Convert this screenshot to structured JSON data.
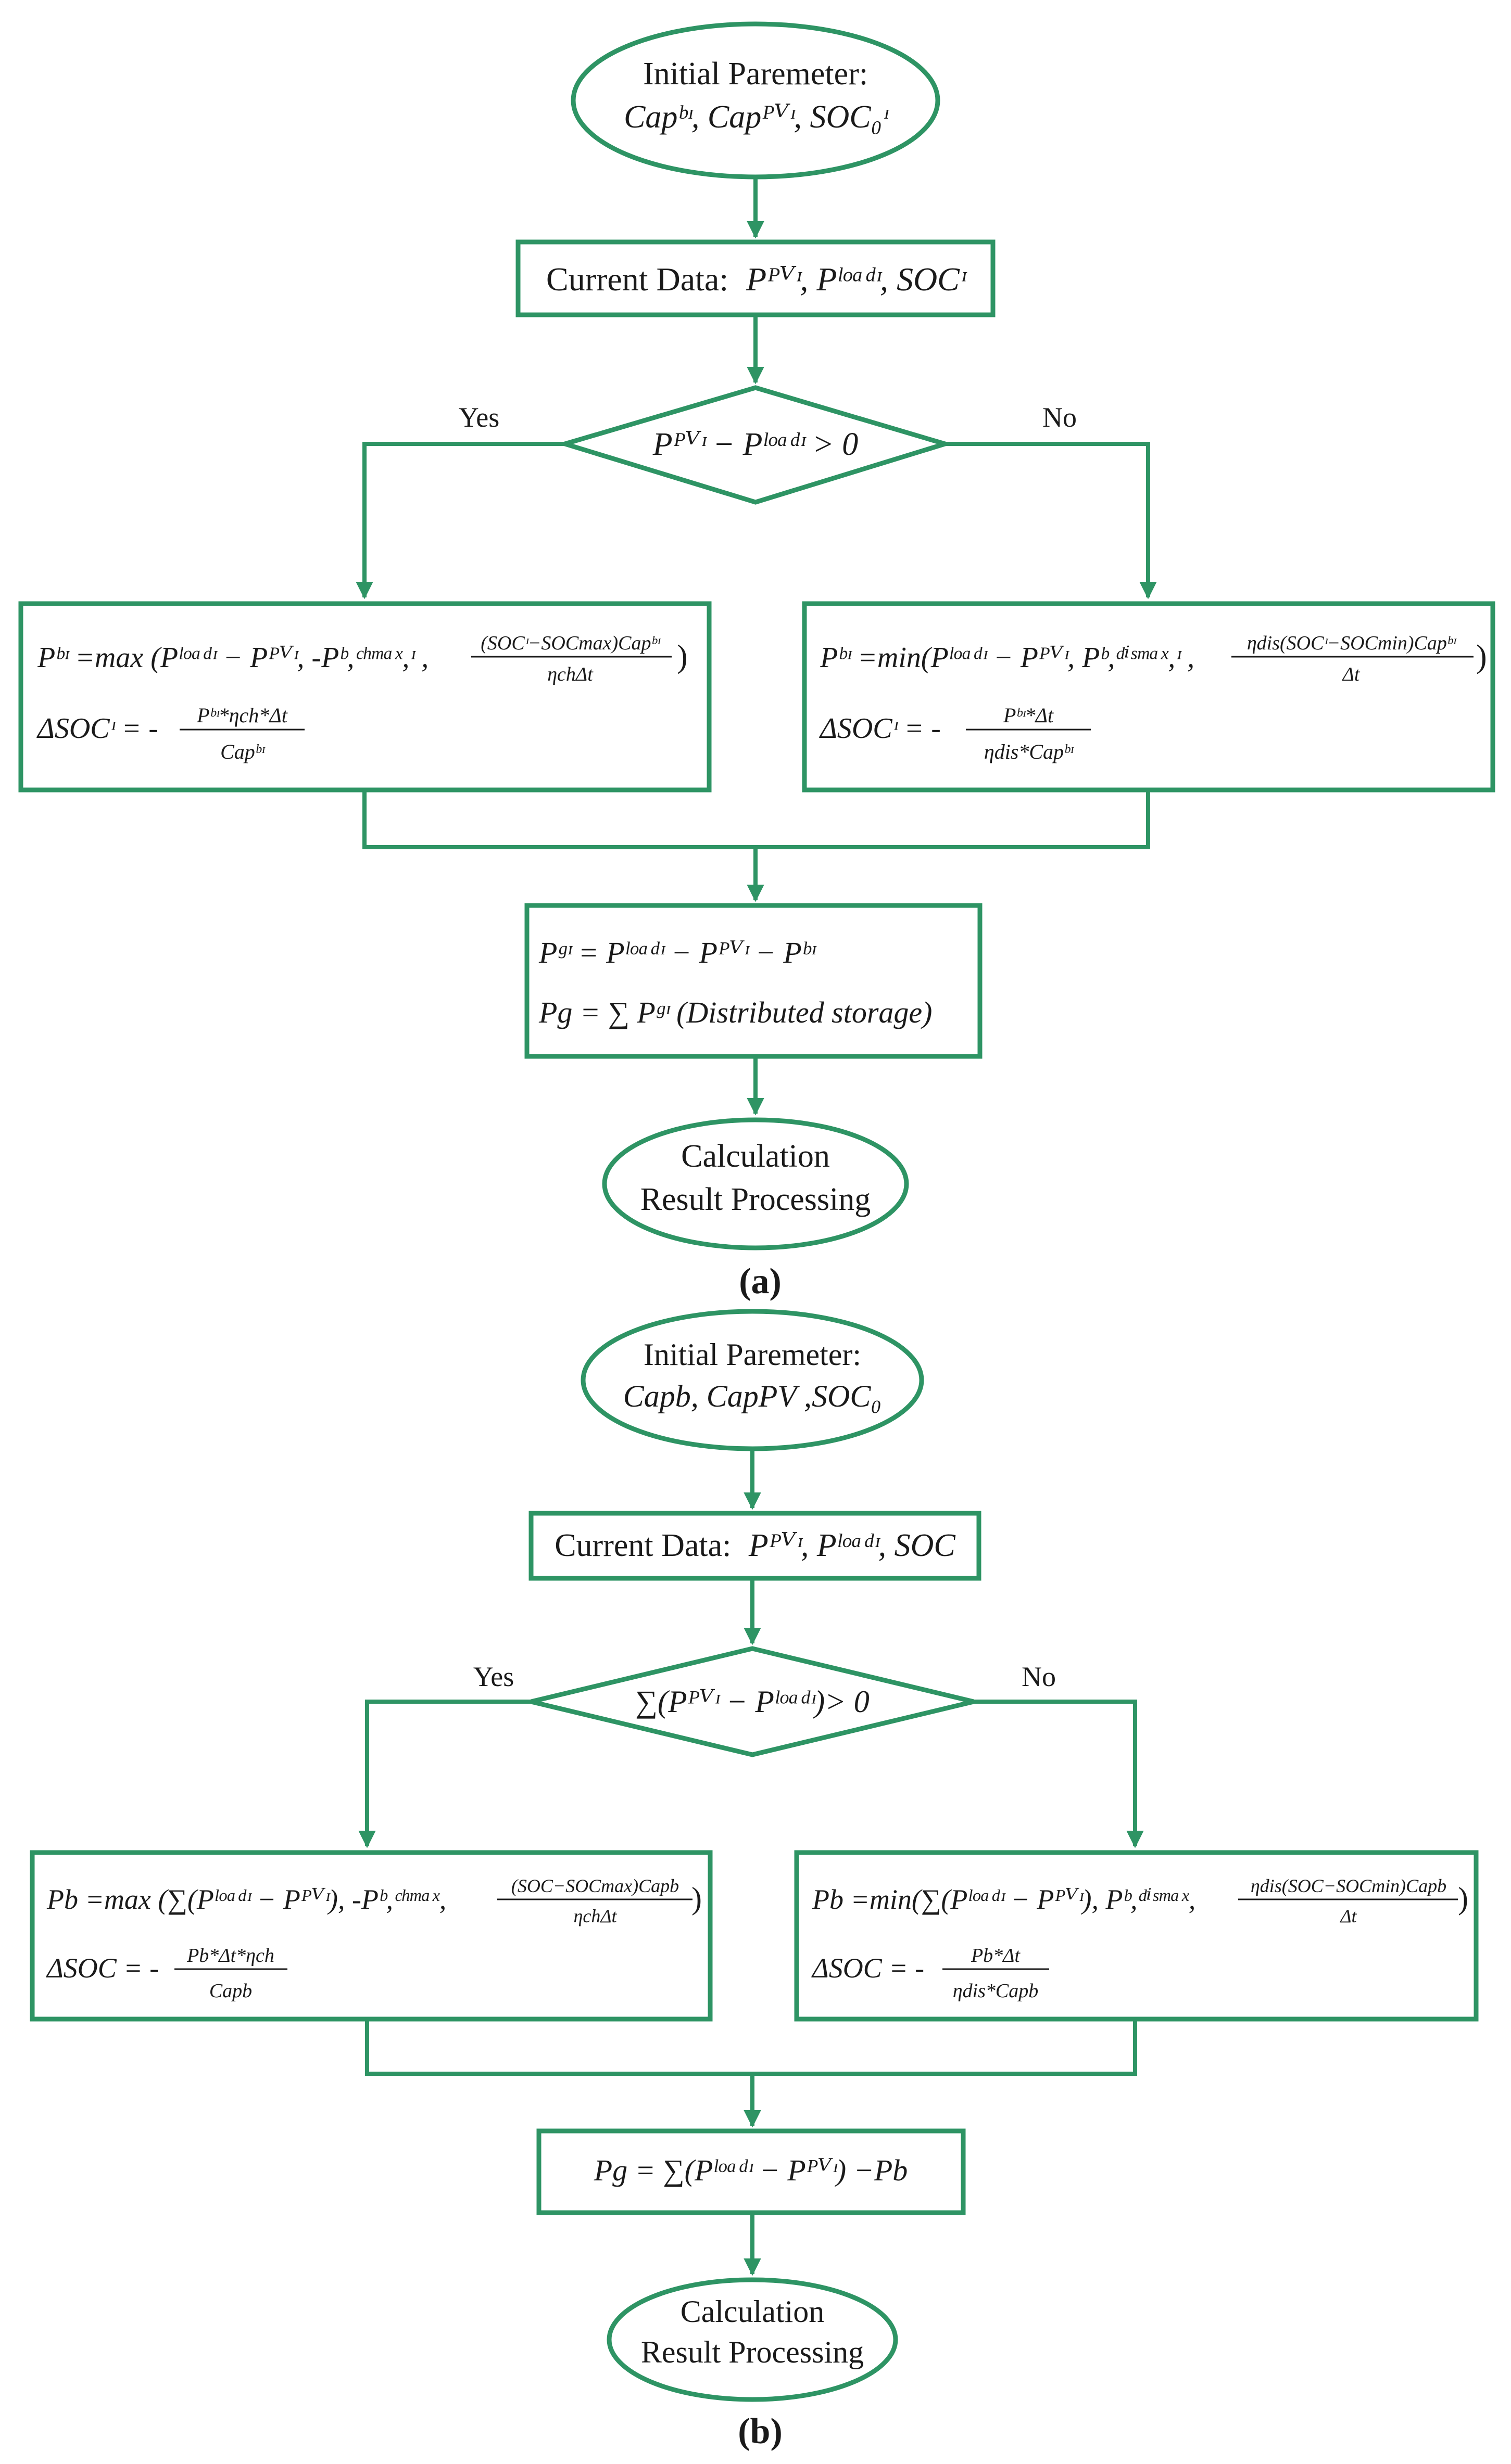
{
  "accent": "#2e9464",
  "a": {
    "start": {
      "line1": "Initial Paremeter:",
      "eq": "Capᵇᶦ, Capᴾⱽᶦ, SOC₀ᶦ"
    },
    "current": {
      "text": "Current Data:",
      "eq": "Pᴾⱽᶦ, Pˡᵒᵃᵈᶦ, SOCᶦ"
    },
    "decision": {
      "eq": "Pᴾⱽᶦ − Pˡᵒᵃᵈᶦ > 0",
      "yes": "Yes",
      "no": "No"
    },
    "left": {
      "line1": "Pᵇᶦ =max (Pˡᵒᵃᵈᶦ − Pᴾⱽᶦ, -Pᵇ,ᶜʰᵐᵃˣ,ᶦ ,",
      "frac1_num": "(SOCᶦ−SOCmax)Capᵇᶦ",
      "frac1_den": "ηchΔt",
      "close": ")",
      "line2": "ΔSOCᶦ = -",
      "frac2_num": "Pᵇᶦ*ηch*Δt",
      "frac2_den": "Capᵇᶦ"
    },
    "right": {
      "line1": "Pᵇᶦ =min(Pˡᵒᵃᵈᶦ − Pᴾⱽᶦ, Pᵇ,ᵈⁱˢᵐᵃˣ,ᶦ ,",
      "frac1_num": "ηdis(SOCᶦ−SOCmin)Capᵇᶦ",
      "frac1_den": "Δt",
      "close": ")",
      "line2": "ΔSOCᶦ = -",
      "frac2_num": "Pᵇᶦ*Δt",
      "frac2_den": "ηdis*Capᵇᶦ"
    },
    "grid": {
      "line1": "Pᵍᶦ = Pˡᵒᵃᵈᶦ − Pᴾⱽᶦ − Pᵇᶦ",
      "line2": "Pg = ∑ Pᵍᶦ (Distributed storage)"
    },
    "end": {
      "line1": "Calculation",
      "line2": "Result Processing"
    },
    "caption": "(a)"
  },
  "b": {
    "start": {
      "line1": "Initial Paremeter:",
      "eq": "Capb, CapPV ,SOC₀"
    },
    "current": {
      "text": "Current Data:",
      "eq": "Pᴾⱽᶦ, Pˡᵒᵃᵈᶦ, SOC"
    },
    "decision": {
      "eq": "∑(Pᴾⱽᶦ − Pˡᵒᵃᵈᶦ)> 0",
      "yes": "Yes",
      "no": "No"
    },
    "left": {
      "line1": "Pb =max (∑(Pˡᵒᵃᵈᶦ − Pᴾⱽᶦ), -Pᵇ,ᶜʰᵐᵃˣ,",
      "frac1_num": "(SOC−SOCmax)Capb",
      "frac1_den": "ηchΔt",
      "close": ")",
      "line2": "ΔSOC = -",
      "frac2_num": "Pb*Δt*ηch",
      "frac2_den": "Capb"
    },
    "right": {
      "line1": "Pb =min(∑(Pˡᵒᵃᵈᶦ − Pᴾⱽᶦ), Pᵇ,ᵈⁱˢᵐᵃˣ,",
      "frac1_num": "ηdis(SOC−SOCmin)Capb",
      "frac1_den": "Δt",
      "close": ")",
      "line2": "ΔSOC = -",
      "frac2_num": "Pb*Δt",
      "frac2_den": "ηdis*Capb"
    },
    "grid": {
      "line1": "Pg = ∑(Pˡᵒᵃᵈᶦ − Pᴾⱽᶦ) −Pb"
    },
    "end": {
      "line1": "Calculation",
      "line2": "Result Processing"
    },
    "caption": "(b)"
  }
}
